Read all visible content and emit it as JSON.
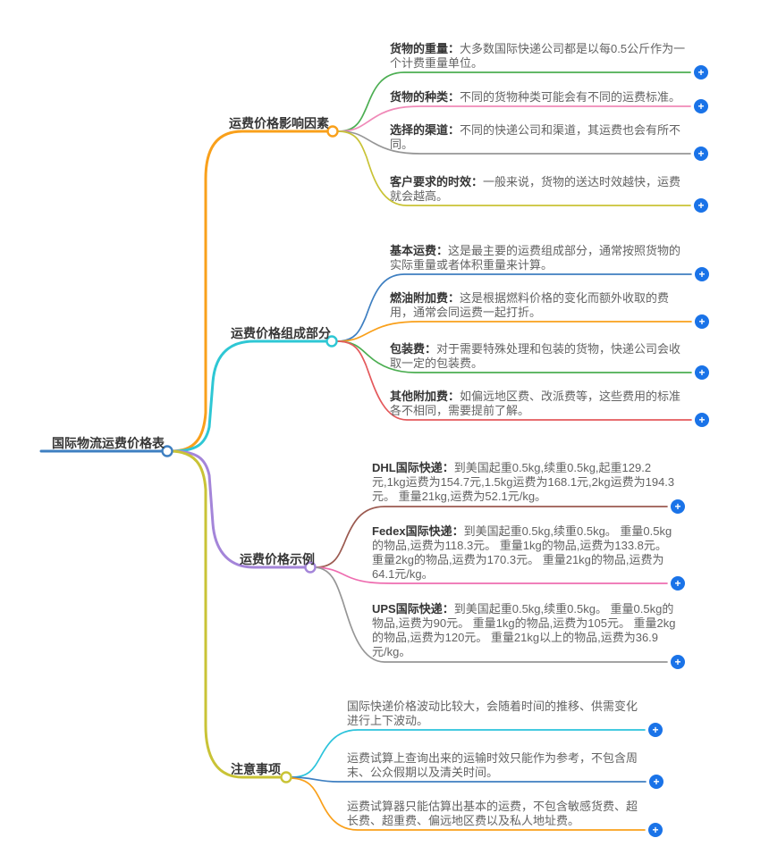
{
  "root": {
    "label": "国际物流运费价格表"
  },
  "branches": [
    {
      "label": "运费价格影响因素",
      "children": [
        {
          "label": "货物的重量：",
          "text": "大多数国际快递公司都是以每0.5公斤作为一个计费重量单位。"
        },
        {
          "label": "货物的种类：",
          "text": "不同的货物种类可能会有不同的运费标准。"
        },
        {
          "label": "选择的渠道：",
          "text": "不同的快递公司和渠道，其运费也会有所不同。"
        },
        {
          "label": "客户要求的时效：",
          "text": "一般来说，货物的送达时效越快，运费就会越高。"
        }
      ]
    },
    {
      "label": "运费价格组成部分",
      "children": [
        {
          "label": "基本运费：",
          "text": "这是最主要的运费组成部分，通常按照货物的实际重量或者体积重量来计算。"
        },
        {
          "label": "燃油附加费：",
          "text": "这是根据燃料价格的变化而额外收取的费用，通常会同运费一起打折。"
        },
        {
          "label": "包装费：",
          "text": "对于需要特殊处理和包装的货物，快递公司会收取一定的包装费。"
        },
        {
          "label": "其他附加费：",
          "text": "如偏远地区费、改派费等，这些费用的标准各不相同，需要提前了解。"
        }
      ]
    },
    {
      "label": "运费价格示例",
      "children": [
        {
          "label": "DHL国际快递：",
          "text": "到美国起重0.5kg,续重0.5kg,起重129.2元,1kg运费为154.7元,1.5kg运费为168.1元,2kg运费为194.3元。 重量21kg,运费为52.1元/kg。"
        },
        {
          "label": "Fedex国际快递：",
          "text": "到美国起重0.5kg,续重0.5kg。 重量0.5kg的物品,运费为118.3元。 重量1kg的物品,运费为133.8元。 重量2kg的物品,运费为170.3元。 重量21kg的物品,运费为64.1元/kg。"
        },
        {
          "label": "UPS国际快递：",
          "text": "到美国起重0.5kg,续重0.5kg。 重量0.5kg的物品,运费为90元。 重量1kg的物品,运费为105元。 重量2kg的物品,运费为120元。 重量21kg以上的物品,运费为36.9元/kg。"
        }
      ]
    },
    {
      "label": "注意事项",
      "children": [
        {
          "label": "",
          "text": "国际快递价格波动比较大，会随着时间的推移、供需变化进行上下波动。"
        },
        {
          "label": "",
          "text": "运费试算上查询出来的运输时效只能作为参考，不包含周末、公众假期以及清关时间。"
        },
        {
          "label": "",
          "text": "运费试算器只能估算出基本的运费，不包含敏感货费、超长费、超重费、偏远地区费以及私人地址费。"
        }
      ]
    }
  ],
  "icons": {
    "plus_icon": "+"
  },
  "colors": {
    "blue": "#3e7fc1",
    "orange": "#f9a01b",
    "cyan": "#2ec7d4",
    "purple": "#a485d9",
    "olive": "#c9c336",
    "green": "#4cae52",
    "pink": "#f08ab8",
    "gray": "#969696",
    "red": "#e4595c",
    "maroon": "#9b5a50",
    "magenta": "#ee6db0",
    "sky": "#2bc3db",
    "plus": "#1a73e8",
    "label_text": "#353535",
    "body_text": "#636363"
  }
}
